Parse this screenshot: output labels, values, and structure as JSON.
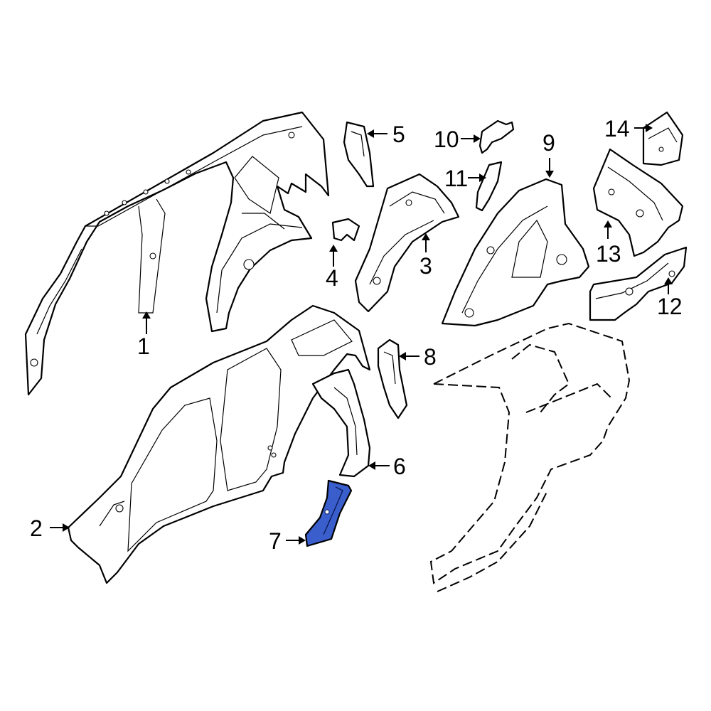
{
  "diagram": {
    "highlight_color": "#3a5fcd",
    "callouts": [
      {
        "id": "1",
        "label": "1"
      },
      {
        "id": "2",
        "label": "2"
      },
      {
        "id": "3",
        "label": "3"
      },
      {
        "id": "4",
        "label": "4"
      },
      {
        "id": "5",
        "label": "5"
      },
      {
        "id": "6",
        "label": "6"
      },
      {
        "id": "7",
        "label": "7"
      },
      {
        "id": "8",
        "label": "8"
      },
      {
        "id": "9",
        "label": "9"
      },
      {
        "id": "10",
        "label": "10"
      },
      {
        "id": "11",
        "label": "11"
      },
      {
        "id": "12",
        "label": "12"
      },
      {
        "id": "13",
        "label": "13"
      },
      {
        "id": "14",
        "label": "14"
      }
    ]
  }
}
